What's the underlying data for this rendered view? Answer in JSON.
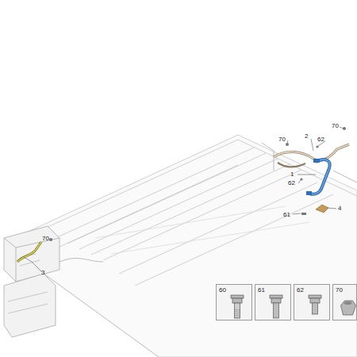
{
  "diagram": {
    "nodes": [
      {
        "text": [
          "60"
        ]
      },
      {
        "text": [
          "61"
        ]
      },
      {
        "text": [
          "62"
        ]
      },
      {
        "text": [
          "70"
        ]
      }
    ],
    "edges": [],
    "labels": [
      "70",
      "2",
      "62",
      "70",
      "1",
      "62",
      "4",
      "61",
      "70",
      "3"
    ]
  }
}
